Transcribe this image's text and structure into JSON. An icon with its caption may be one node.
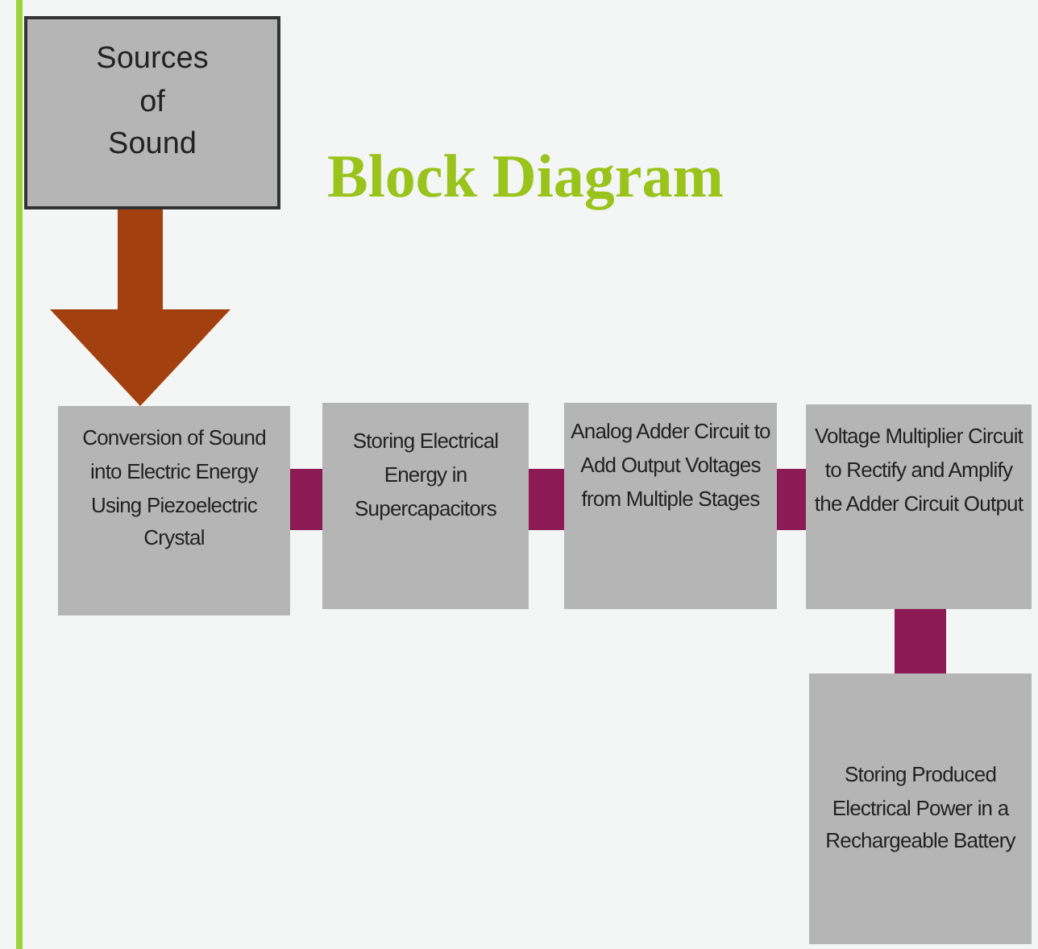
{
  "diagram": {
    "title": "Block Diagram",
    "nodes": [
      {
        "text": [
          "Sources of Sound"
        ]
      },
      {
        "text": [
          "Conversion of Sound into Electric Energy Using Piezoelectric Crystal"
        ]
      },
      {
        "text": [
          "Storing Electrical Energy in Supercapacitors"
        ]
      },
      {
        "text": [
          "Analog Adder Circuit to Add Output Voltages from Multiple Stages"
        ]
      },
      {
        "text": [
          "Voltage Multiplier Circuit to Rectify and Amplify the Adder Circuit Output"
        ]
      },
      {
        "text": [
          "Storing Produced Electrical Power in a Rechargeable Battery"
        ]
      }
    ],
    "edges": [
      {
        "from": 0,
        "to": 1,
        "arrow": "to",
        "style": "thick",
        "color": "#a3400f"
      },
      {
        "from": 1,
        "to": 2,
        "arrow": "none"
      },
      {
        "from": 2,
        "to": 3,
        "arrow": "none"
      },
      {
        "from": 3,
        "to": 4,
        "arrow": "none"
      },
      {
        "from": 4,
        "to": 5,
        "arrow": "none"
      }
    ]
  }
}
